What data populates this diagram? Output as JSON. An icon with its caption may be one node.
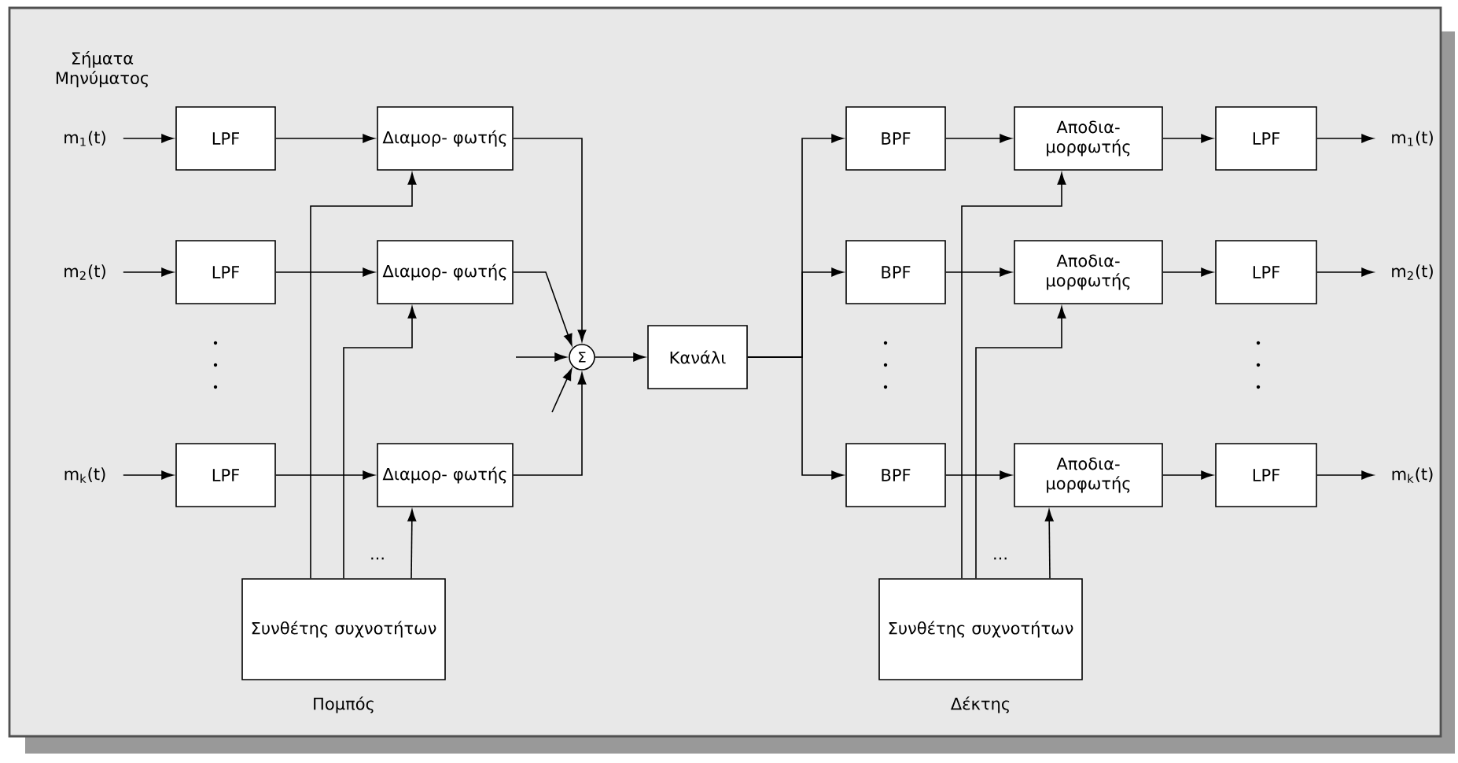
{
  "diagram": {
    "nodes": [
      {
        "text": [
          "m$_{1}$(t)"
        ]
      },
      {
        "text": [
          "m$_{2}$(t)"
        ]
      },
      {
        "text": [
          "m$_{k}$(t)"
        ]
      },
      {
        "text": [
          "LPF"
        ]
      },
      {
        "text": [
          "LPF"
        ]
      },
      {
        "text": [
          "LPF"
        ]
      },
      {
        "text": [
          "Διαμορ- φωτής"
        ]
      },
      {
        "text": [
          "Διαμορ- φωτής"
        ]
      },
      {
        "text": [
          "Διαμορ- φωτής"
        ]
      },
      {
        "text": [
          "Σ"
        ]
      },
      {
        "text": [
          "Κανάλι"
        ]
      },
      {
        "text": [
          "Συνθέτης συχνοτήτων"
        ],
        "beside": [
          "Πομπός"
        ]
      },
      {
        "text": [
          "BPF"
        ]
      },
      {
        "text": [
          "BPF"
        ]
      },
      {
        "text": [
          "BPF"
        ]
      },
      {
        "text": [
          "Αποδια- μορφωτής"
        ]
      },
      {
        "text": [
          "Αποδια- μορφωτής"
        ]
      },
      {
        "text": [
          "Αποδια- μορφωτής"
        ]
      },
      {
        "text": [
          "LPF"
        ]
      },
      {
        "text": [
          "LPF"
        ]
      },
      {
        "text": [
          "LPF"
        ]
      },
      {
        "text": [
          "m$_{1}$(t)"
        ]
      },
      {
        "text": [
          "m$_{2}$(t)"
        ]
      },
      {
        "text": [
          "m$_{k}$(t)"
        ]
      },
      {
        "text": [
          "Συνθέτης συχνοτήτων"
        ],
        "beside": [
          "Δέκτης"
        ]
      }
    ],
    "edges": [
      {
        "from": 0,
        "to": 3,
        "arrow": "to"
      },
      {
        "from": 3,
        "to": 6,
        "arrow": "to"
      },
      {
        "from": 6,
        "to": 9,
        "arrow": "to"
      },
      {
        "from": 1,
        "to": 4,
        "arrow": "to"
      },
      {
        "from": 4,
        "to": 7,
        "arrow": "to"
      },
      {
        "from": 7,
        "to": 9,
        "arrow": "to"
      },
      {
        "from": 2,
        "to": 5,
        "arrow": "to"
      },
      {
        "from": 5,
        "to": 8,
        "arrow": "to"
      },
      {
        "from": 8,
        "to": 9,
        "arrow": "to"
      },
      {
        "from": null,
        "to": 9,
        "arrow": "to"
      },
      {
        "from": null,
        "to": 9,
        "arrow": "to"
      },
      {
        "from": 11,
        "to": 6,
        "arrow": "to"
      },
      {
        "from": 11,
        "to": 7,
        "arrow": "to"
      },
      {
        "from": 11,
        "to": 8,
        "arrow": "to"
      },
      {
        "from": 9,
        "to": 10,
        "arrow": "to"
      },
      {
        "from": 10,
        "to": 12,
        "arrow": "to"
      },
      {
        "from": 10,
        "to": 13,
        "arrow": "to"
      },
      {
        "from": 10,
        "to": 14,
        "arrow": "to"
      },
      {
        "from": 12,
        "to": 15,
        "arrow": "to"
      },
      {
        "from": 15,
        "to": 18,
        "arrow": "to"
      },
      {
        "from": 18,
        "to": 21,
        "arrow": "to"
      },
      {
        "from": 13,
        "to": 16,
        "arrow": "to"
      },
      {
        "from": 16,
        "to": 19,
        "arrow": "to"
      },
      {
        "from": 19,
        "to": 22,
        "arrow": "to"
      },
      {
        "from": 14,
        "to": 17,
        "arrow": "to"
      },
      {
        "from": 17,
        "to": 20,
        "arrow": "to"
      },
      {
        "from": 20,
        "to": 23,
        "arrow": "to"
      },
      {
        "from": 24,
        "to": 15,
        "arrow": "to"
      },
      {
        "from": 24,
        "to": 16,
        "arrow": "to"
      },
      {
        "from": 24,
        "to": 17,
        "arrow": "to"
      }
    ],
    "labels": [
      "Σήματα Μηνύματος",
      "...",
      "..."
    ]
  }
}
